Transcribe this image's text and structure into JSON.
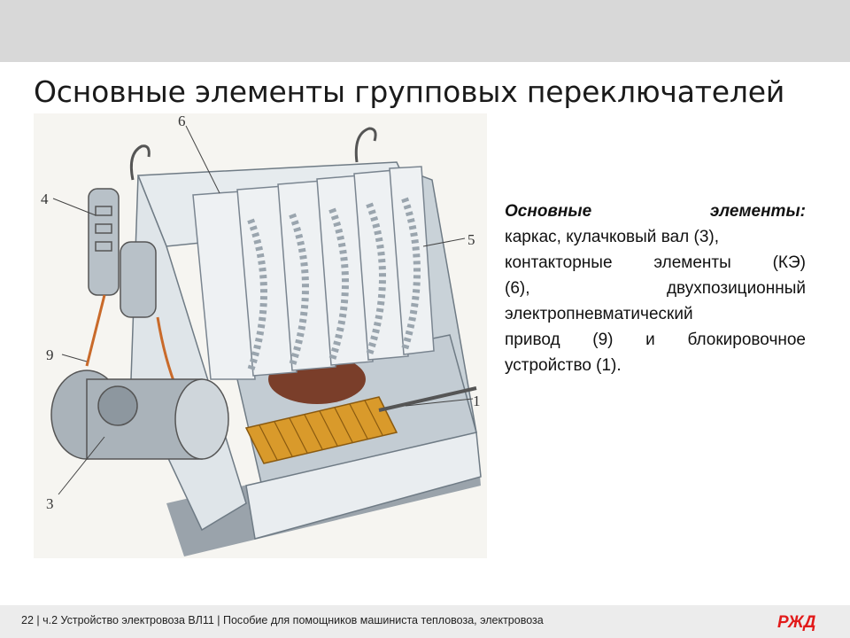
{
  "slide": {
    "title": "Основные элементы групповых переключателей"
  },
  "figure": {
    "callouts": [
      "6",
      "4",
      "5",
      "9",
      "1",
      "3"
    ]
  },
  "description": {
    "heading_word1": "Основные",
    "heading_word2": "элементы:",
    "line2": "каркас, кулачковый вал (3),",
    "line3a": "контакторные",
    "line3b": "элементы",
    "line3c": "(КЭ)",
    "line4a": "(6),",
    "line4b": "двухпозиционный",
    "line5": "электропневматический",
    "line6a": "привод",
    "line6b": "(9)",
    "line6c": "и",
    "line6d": "блокировочное",
    "line7": "устройство (1)."
  },
  "footer": {
    "text": "22 | ч.2 Устройство электровоза ВЛ11 | Пособие для помощников машиниста тепловоза, электровоза",
    "logo_text": "РЖД"
  },
  "colors": {
    "accent": "#e21a1a",
    "top_band": "#d8d8d8",
    "footer_band": "#ececec"
  }
}
